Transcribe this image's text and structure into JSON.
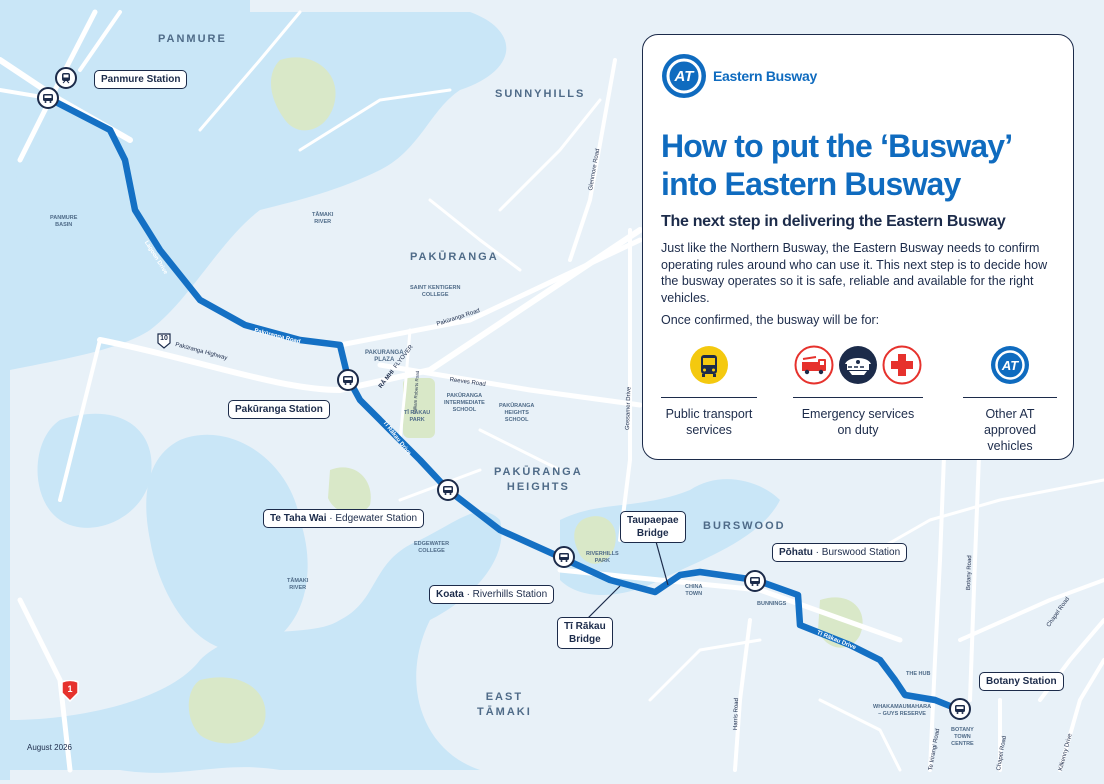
{
  "panel": {
    "brand_name": "Eastern Busway",
    "logo_text": "AT",
    "headline_line1": "How to put the ‘Busway’",
    "headline_line2": "into Eastern Busway",
    "subheading": "The next step in delivering the Eastern Busway",
    "body": "Just like the Northern Busway, the Eastern Busway needs to confirm operating rules around who can use it. This next step is to decide how the busway operates so it is safe, reliable and available for the right vehicles.",
    "confirm_text": "Once confirmed, the busway will be for:",
    "categories": [
      {
        "line1": "Public transport",
        "line2": "services",
        "line3": ""
      },
      {
        "line1": "Emergency services",
        "line2": "on duty",
        "line3": ""
      },
      {
        "line1": "Other AT",
        "line2": "approved",
        "line3": "vehicles"
      }
    ],
    "icons": [
      "bus-icon",
      "fire-truck-icon",
      "police-cap-icon",
      "medical-cross-icon",
      "at-logo-icon"
    ]
  },
  "stations": {
    "panmure": {
      "name": "Panmure Station"
    },
    "pakuranga": {
      "name": "Pakūranga Station"
    },
    "te_taha_wai": {
      "name": "Te Taha Wai",
      "suffix": " · Edgewater Station"
    },
    "koata": {
      "name": "Koata",
      "suffix": " · Riverhills Station"
    },
    "pohatu": {
      "name": "Pōhatu",
      "suffix": " · Burswood Station"
    },
    "botany": {
      "name": "Botany Station"
    }
  },
  "bridges": {
    "taupaepae": {
      "line1": "Taupaepae",
      "line2": "Bridge"
    },
    "ti_rakau": {
      "line1": "Tī Rākau",
      "line2": "Bridge"
    }
  },
  "areas": {
    "panmure": "PANMURE",
    "sunnyhills": "SUNNYHILLS",
    "pakuranga": "PAKŪRANGA",
    "pakuranga_heights_1": "PAKŪRANGA",
    "pakuranga_heights_2": "HEIGHTS",
    "burswood": "BURSWOOD",
    "east_tamaki_1": "EAST",
    "east_tamaki_2": "TĀMAKI"
  },
  "roads": {
    "lagoon": "Lagoon Drive",
    "pakuranga_rd_w": "Pakūranga Road",
    "pakuranga_rd_n": "Pakūranga Road",
    "pakuranga_hwy": "Pakūranga Highway",
    "ti_rakau_1": "Tī Rākau Drive",
    "ti_rakau_2": "Tī Rākau Drive",
    "reeves": "Reeves Road",
    "glenmore": "Glenmore Road",
    "gossamer": "Gossamer Drive",
    "william_roberts": "William Roberts Road",
    "ramhi": "RĀ MHI",
    "flyover": "FLYOVER",
    "harris": "Harris Road",
    "te_irirangi": "Te Irirangi Road",
    "botany_rd": "Botany Road",
    "chapel_1": "Chapel Road",
    "chapel_2": "Chapel Road",
    "kilkenny": "Kilkenny Drive"
  },
  "pois": {
    "panmure_basin_1": "PANMURE",
    "panmure_basin_2": "BASIN",
    "tamaki_river_n_1": "TĀMAKI",
    "tamaki_river_n_2": "RIVER",
    "tamaki_river_s_1": "TĀMAKI",
    "tamaki_river_s_2": "RIVER",
    "saint_kentigern_1": "SAINT KENTIGERN",
    "saint_kentigern_2": "COLLEGE",
    "pakuranga_plaza_1": "PAKURANGA",
    "pakuranga_plaza_2": "PLAZA",
    "intermediate_1": "PAKŪRANGA",
    "intermediate_2": "INTERMEDIATE",
    "intermediate_3": "SCHOOL",
    "heights_school_1": "PAKŪRANGA",
    "heights_school_2": "HEIGHTS",
    "heights_school_3": "SCHOOL",
    "ti_rakau_park_1": "TĪ RĀKAU",
    "ti_rakau_park_2": "PARK",
    "edgewater_college_1": "EDGEWATER",
    "edgewater_college_2": "COLLEGE",
    "riverhills_park_1": "RIVERHILLS",
    "riverhills_park_2": "PARK",
    "china_town_1": "CHINA",
    "china_town_2": "TOWN",
    "bunnings": "BUNNINGS",
    "the_hub": "THE HUB",
    "whakamaumahara_1": "WHAKAMAUMAHARA",
    "whakamaumahara_2": "– GUYS RESERVE",
    "botany_town_centre_1": "BOTANY",
    "botany_town_centre_2": "TOWN",
    "botany_town_centre_3": "CENTRE"
  },
  "shields": {
    "hwy10": "10",
    "sh1": "1"
  },
  "footer": {
    "date": "August 2026"
  },
  "colors": {
    "busway": "#1470c4",
    "water": "#c9e6f7",
    "land": "#e8f1f8",
    "park": "#d9e8c8",
    "road": "#ffffff",
    "text_dark": "#1c2b4a",
    "brand_blue": "#0f6bbf",
    "bus_yellow": "#f4c90f",
    "emergency_red": "#e6322d"
  }
}
